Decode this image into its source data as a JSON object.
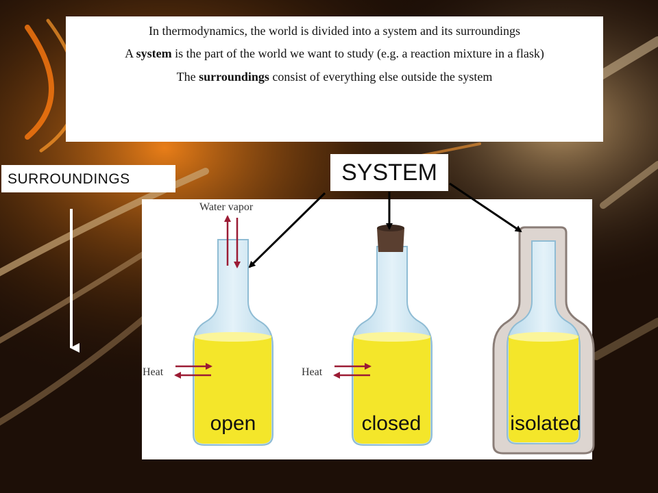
{
  "intro": {
    "line1": "In thermodynamics, the world is divided into a system and its surroundings",
    "line2_pre": "A ",
    "line2_bold": "system",
    "line2_post": " is the part of the world we want to study (e.g. a reaction mixture in a flask)",
    "line3_pre": "The ",
    "line3_bold": "surroundings",
    "line3_post": " consist of everything else outside the system"
  },
  "labels": {
    "surroundings": "SURROUNDINGS",
    "system": "SYSTEM"
  },
  "flasks": {
    "water_vapor": "Water vapor",
    "heat_open": "Heat",
    "heat_closed": "Heat",
    "open": "open",
    "closed": "closed",
    "isolated": "isolated"
  },
  "colors": {
    "liquid": "#f4e62a",
    "glass": "#cfe6f2",
    "arrow_red": "#9b1b34",
    "stopper": "#5a3f30",
    "insulation": "#8a7d77",
    "label_text": "#111111"
  }
}
